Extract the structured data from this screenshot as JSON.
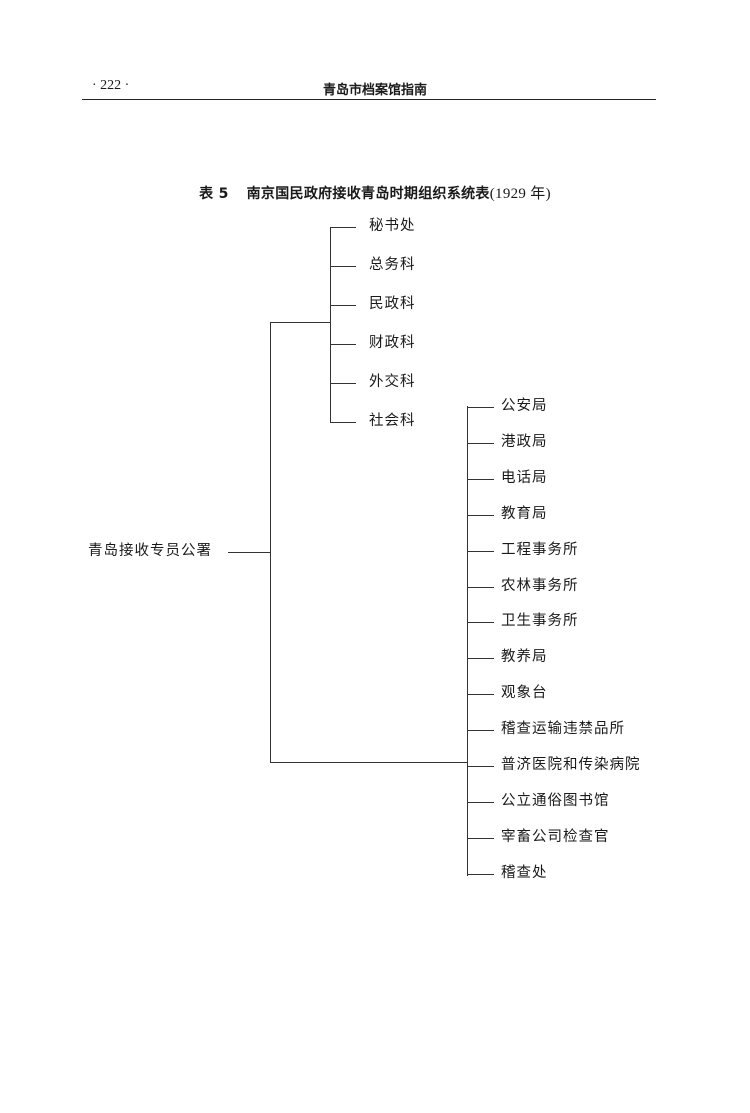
{
  "header": {
    "page_number": "· 222 ·",
    "book_title": "青岛市档案馆指南"
  },
  "table": {
    "number": "表 5",
    "title": "南京国民政府接收青岛时期组织系统表",
    "year": "(1929 年)"
  },
  "org": {
    "root": "青岛接收专员公署",
    "sections": [
      "秘书处",
      "总务科",
      "民政科",
      "财政科",
      "外交科",
      "社会科"
    ],
    "bureaus": [
      "公安局",
      "港政局",
      "电话局",
      "教育局",
      "工程事务所",
      "农林事务所",
      "卫生事务所",
      "教养局",
      "观象台",
      "稽查运输违禁品所",
      "普济医院和传染病院",
      "公立通俗图书馆",
      "宰畜公司检查官",
      "稽查处"
    ]
  }
}
